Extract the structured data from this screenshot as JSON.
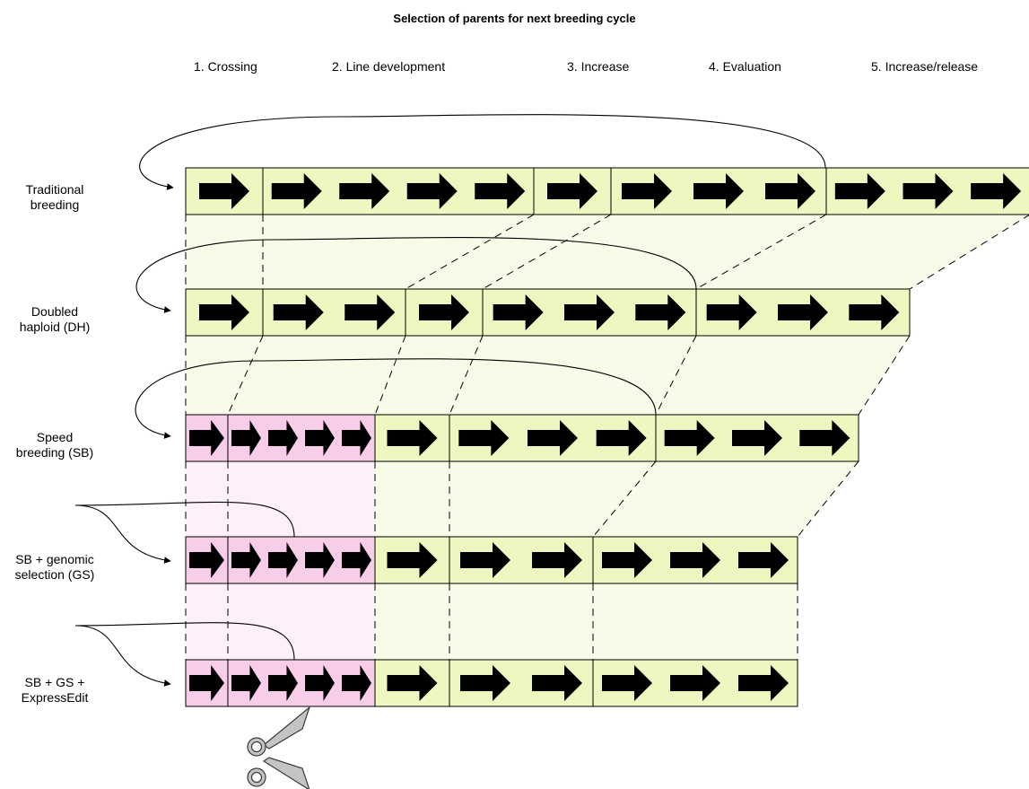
{
  "title": "Selection of parents for next breeding cycle",
  "stages": [
    {
      "label": "1. Crossing"
    },
    {
      "label": "2. Line development"
    },
    {
      "label": "3. Increase"
    },
    {
      "label": "4. Evaluation"
    },
    {
      "label": "5. Increase/release"
    }
  ],
  "rows": [
    {
      "label": "Traditional\nbreeding",
      "segments": [
        {
          "arrows": 1
        },
        {
          "arrows": 4
        },
        {
          "arrows": 1
        },
        {
          "arrows": 3
        },
        {
          "arrows": 3
        }
      ]
    },
    {
      "label": "Doubled\nhaploid (DH)",
      "segments": [
        {
          "arrows": 1
        },
        {
          "arrows": 2
        },
        {
          "arrows": 1
        },
        {
          "arrows": 3
        },
        {
          "arrows": 3
        }
      ]
    },
    {
      "label": "Speed\nbreeding (SB)",
      "segments": [
        {
          "arrows": 1
        },
        {
          "arrows": 4
        },
        {
          "arrows": 1
        },
        {
          "arrows": 3
        },
        {
          "arrows": 3
        }
      ]
    },
    {
      "label": "SB + genomic\nselection (GS)",
      "segments": [
        {
          "arrows": 1
        },
        {
          "arrows": 4
        },
        {
          "arrows": 1
        },
        {
          "arrows": 2
        },
        {
          "arrows": 3
        }
      ]
    },
    {
      "label": "SB + GS +\nExpressEdit",
      "segments": [
        {
          "arrows": 1
        },
        {
          "arrows": 4
        },
        {
          "arrows": 1
        },
        {
          "arrows": 2
        },
        {
          "arrows": 3
        }
      ]
    }
  ],
  "colors": {
    "increase_fill": "#eef7c0",
    "increase_band": "#f8fbe8",
    "speed_fill": "#f7cdea",
    "speed_band": "#fdf0f8",
    "arrow": "#000000",
    "icon": "#c4c4c4"
  },
  "icons": {
    "editing": "scissors-icon"
  }
}
